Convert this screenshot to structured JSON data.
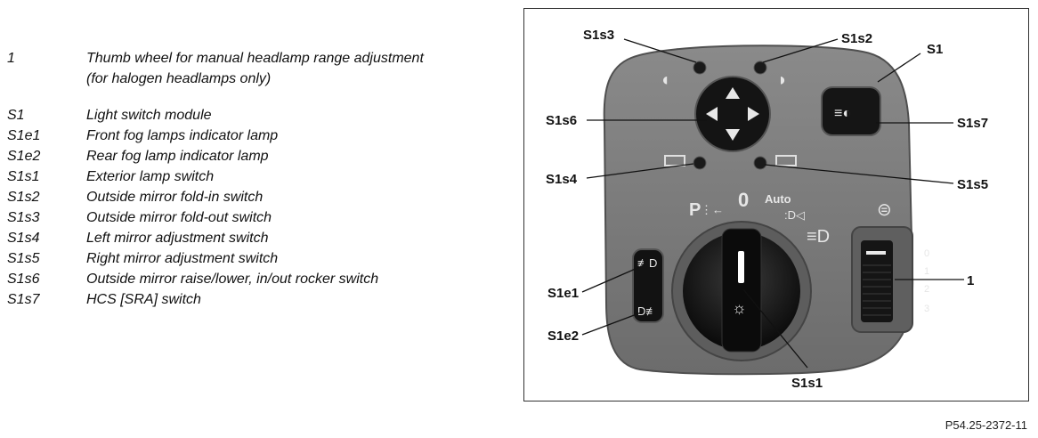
{
  "legend": [
    {
      "key": "1",
      "desc": [
        "Thumb wheel for manual headlamp range adjustment",
        "(for halogen headlamps only)"
      ]
    },
    {
      "key": "S1",
      "desc": [
        "Light switch module"
      ]
    },
    {
      "key": "S1e1",
      "desc": [
        "Front fog lamps indicator lamp"
      ]
    },
    {
      "key": "S1e2",
      "desc": [
        "Rear fog lamp indicator lamp"
      ]
    },
    {
      "key": "S1s1",
      "desc": [
        "Exterior lamp switch"
      ]
    },
    {
      "key": "S1s2",
      "desc": [
        "Outside mirror fold-in switch"
      ]
    },
    {
      "key": "S1s3",
      "desc": [
        "Outside mirror fold-out switch"
      ]
    },
    {
      "key": "S1s4",
      "desc": [
        "Left mirror adjustment switch"
      ]
    },
    {
      "key": "S1s5",
      "desc": [
        "Right mirror adjustment switch"
      ]
    },
    {
      "key": "S1s6",
      "desc": [
        "Outside mirror raise/lower, in/out rocker switch"
      ]
    },
    {
      "key": "S1s7",
      "desc": [
        "HCS [SRA] switch"
      ]
    }
  ],
  "callouts": {
    "s1s3": "S1s3",
    "s1s2": "S1s2",
    "s1": "S1",
    "s1s6": "S1s6",
    "s1s7": "S1s7",
    "s1s4": "S1s4",
    "s1s5": "S1s5",
    "s1e1": "S1e1",
    "s1e2": "S1e2",
    "s1s1": "S1s1",
    "one": "1"
  },
  "panel": {
    "parking": "P",
    "zero": "0",
    "auto": "Auto",
    "scale": [
      "0",
      "1",
      "2",
      "3"
    ]
  },
  "figure_id": "P54.25-2372-11",
  "colors": {
    "panel": "#7d7d7d",
    "panel_edge": "#5a5a5a",
    "knob": "#111111"
  }
}
